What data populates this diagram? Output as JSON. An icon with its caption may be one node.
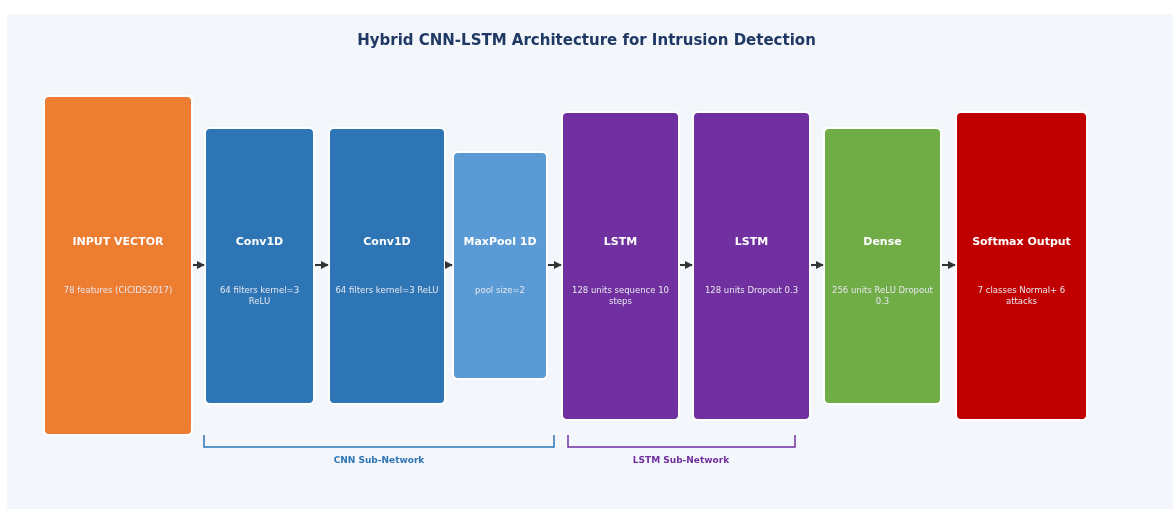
{
  "diagram": {
    "title": "Hybrid CNN-LSTM Architecture for Intrusion Detection",
    "nodes": [
      {
        "text": [
          "INPUT VECTOR",
          "78 features (CICIDS2017)"
        ]
      },
      {
        "text": [
          "Conv1D",
          "64 filters kernel=3 ReLU"
        ]
      },
      {
        "text": [
          "Conv1D",
          "64 filters kernel=3 ReLU"
        ]
      },
      {
        "text": [
          "MaxPool 1D",
          "pool size=2"
        ]
      },
      {
        "text": [
          "LSTM",
          "128 units sequence 10 steps"
        ]
      },
      {
        "text": [
          "LSTM",
          "128 units Dropout 0.3"
        ]
      },
      {
        "text": [
          "Dense",
          "256 units ReLU Dropout 0.3"
        ]
      },
      {
        "text": [
          "Softmax Output",
          "7 classes Normal+ 6 attacks"
        ]
      }
    ],
    "edges": [
      {
        "from": 0,
        "to": 1,
        "arrow": "to"
      },
      {
        "from": 1,
        "to": 2,
        "arrow": "to"
      },
      {
        "from": 2,
        "to": 3,
        "arrow": "to"
      },
      {
        "from": 3,
        "to": 4,
        "arrow": "to"
      },
      {
        "from": 4,
        "to": 5,
        "arrow": "to"
      },
      {
        "from": 5,
        "to": 6,
        "arrow": "to"
      },
      {
        "from": 6,
        "to": 7,
        "arrow": "to"
      }
    ],
    "labels": [
      "CNN Sub-Network",
      "LSTM Sub-Network"
    ]
  }
}
